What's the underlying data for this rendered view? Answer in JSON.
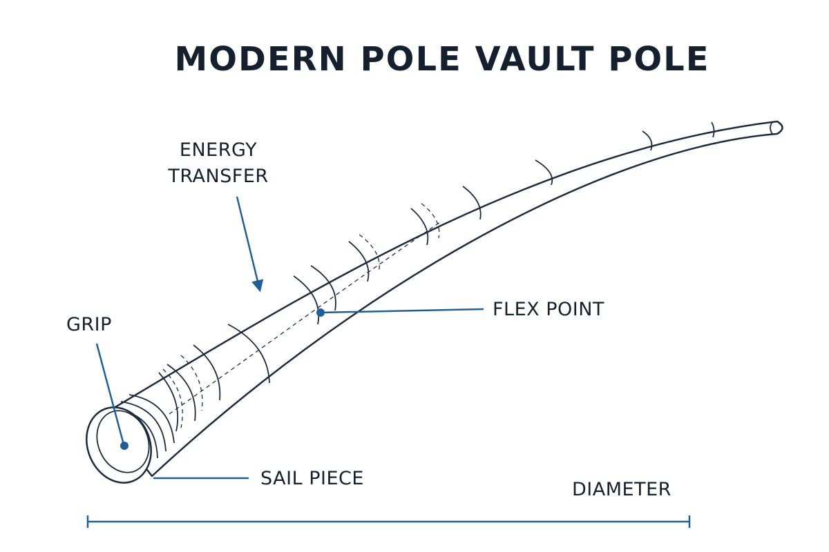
{
  "title": "MODERN POLE VAULT POLE",
  "labels": {
    "energy_transfer_line1": "ENERGY",
    "energy_transfer_line2": "TRANSFER",
    "flex_point": "FLEX POINT",
    "grip": "GRIP",
    "sail_piece": "SAIL PIECE",
    "diameter": "DIAMETER"
  },
  "colors": {
    "accent": "#1e5f99",
    "ink": "#15202e"
  }
}
